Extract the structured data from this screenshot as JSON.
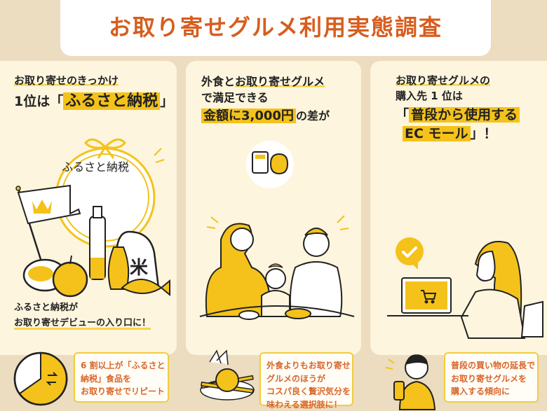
{
  "title": "お取り寄せグルメ利用実態調査",
  "colors": {
    "background": "#ecdcc0",
    "panel": "#fdf5de",
    "title": "#d75d1d",
    "accent_yellow": "#f4c21a",
    "callout_text": "#d9662a",
    "callout_border": "#f2cc3e"
  },
  "panels": [
    {
      "headline": {
        "line1": "お取り寄せのきっかけ",
        "line2_prefix": "1位は「",
        "line2_highlight": "ふるさと納税",
        "line2_suffix": "」"
      },
      "illustration_label": "ふるさと納税",
      "illustration_rice_label": "米",
      "subcaption": {
        "line1": "ふるさと納税が",
        "line2": "お取り寄せデビューの入り口に！"
      },
      "pie": {
        "highlight_percent": 65,
        "icon": "repeat-icon"
      },
      "callout": {
        "line1": "6 割以上が「ふるさと",
        "line2": "納税」食品を",
        "line3": "お取り寄せでリピート"
      }
    },
    {
      "headline": {
        "line1_prefix": "外食と",
        "line1_underlined": "お取り寄せグルメ",
        "line2": "で満足できる",
        "line3_highlight": "金額に3,000円",
        "line3_suffix": "の差が"
      },
      "callout": {
        "line1": "外食よりもお取り寄せ",
        "line2": "グルメのほうが",
        "line3": "コスパ良く贅沢気分を",
        "line4": "味わえる選択肢に！"
      }
    },
    {
      "headline": {
        "line1": "お取り寄せグルメの",
        "line2": "購入先 1 位は",
        "line3_prefix": "「",
        "line3_highlight": "普段から使用する",
        "line4_highlight": "EC モール",
        "line4_suffix": "」！"
      },
      "callout": {
        "line1": "普段の買い物の延長で",
        "line2": "お取り寄せグルメを",
        "line3": "購入する傾向に"
      }
    }
  ]
}
